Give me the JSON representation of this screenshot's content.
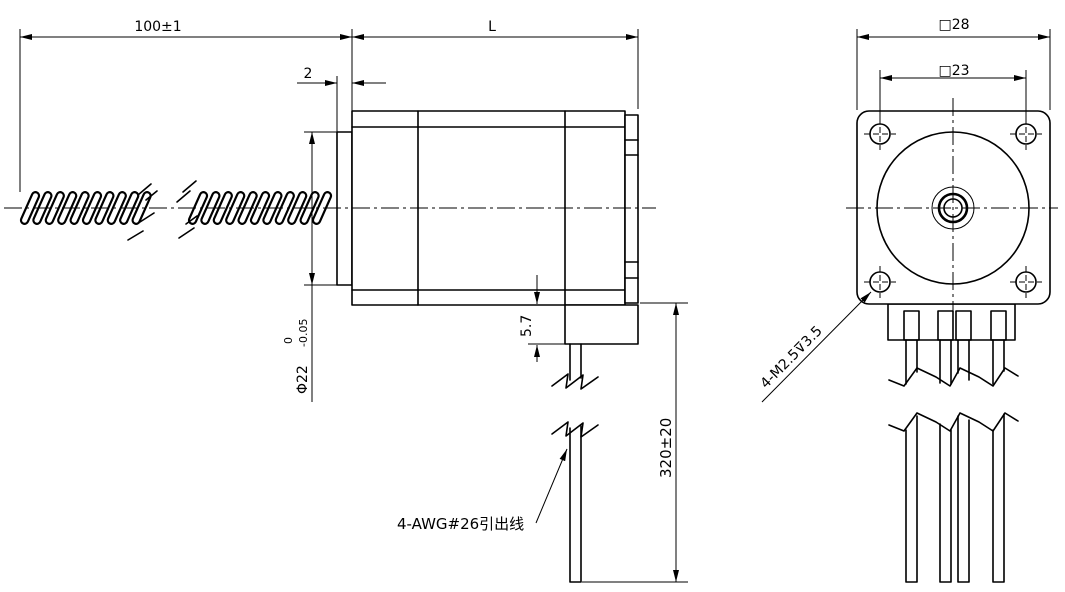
{
  "colors": {
    "line": "#000000",
    "background": "#ffffff"
  },
  "side_view": {
    "lead_screw_length": "100±1",
    "body_length": "L",
    "boss_height": "2",
    "boss_diameter": "Φ22",
    "boss_tolerance_upper": "0",
    "boss_tolerance_lower": "-0.05",
    "wire_exit_offset": "5.7",
    "lead_wire_length": "320±20",
    "lead_wire_label": "4-AWG#26引出线"
  },
  "end_view": {
    "flange_size": "□28",
    "hole_spacing": "□23",
    "mounting_hole_label": "4-M2.5⊽3.5"
  }
}
